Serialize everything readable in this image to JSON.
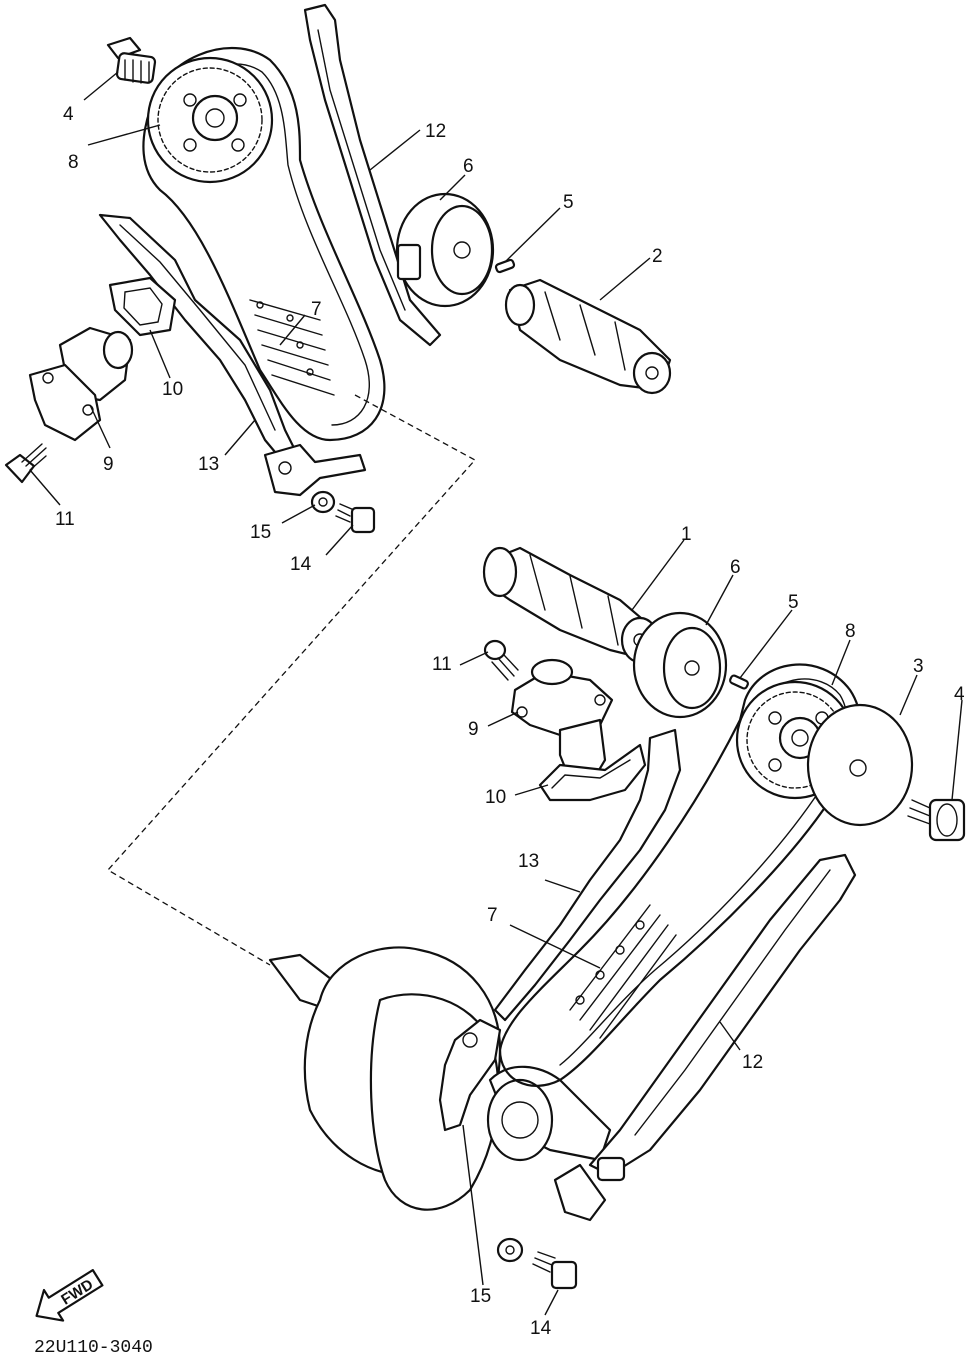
{
  "labels": {
    "top": {
      "l4": "4",
      "l8": "8",
      "l12": "12",
      "l6": "6",
      "l5": "5",
      "l2": "2",
      "l7": "7",
      "l10": "10",
      "l9": "9",
      "l13": "13",
      "l11": "11",
      "l15": "15",
      "l14": "14"
    },
    "bottom": {
      "l1": "1",
      "l6": "6",
      "l5": "5",
      "l8": "8",
      "l3": "3",
      "l4": "4",
      "l11": "11",
      "l9": "9",
      "l10": "10",
      "l13": "13",
      "l7": "7",
      "l12": "12",
      "l15": "15",
      "l14": "14"
    }
  },
  "fwd_badge": "FWD",
  "drawing_code": "22U110-3040"
}
